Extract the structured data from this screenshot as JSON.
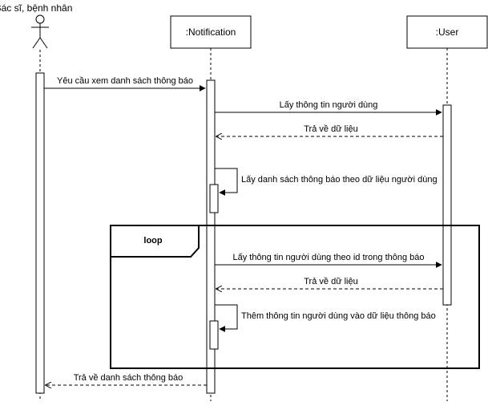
{
  "participants": {
    "actor": "Bác sĩ, bệnh nhân",
    "notification": ":Notification",
    "user": ":User"
  },
  "messages": {
    "m1": "Yêu cầu xem danh sách thông báo",
    "m2": "Lấy thông tin người dùng",
    "m3": "Trả về dữ liệu",
    "m4": "Lấy danh sách thông báo theo dữ liệu người dùng",
    "m5": "Lấy thông tin người dùng theo id trong thông báo",
    "m6": "Trả về dữ liệu",
    "m7": "Thêm thông tin người dùng vào dữ liệu thông báo",
    "m8": "Trả về danh sách thông báo"
  },
  "fragment": {
    "label": "loop"
  }
}
